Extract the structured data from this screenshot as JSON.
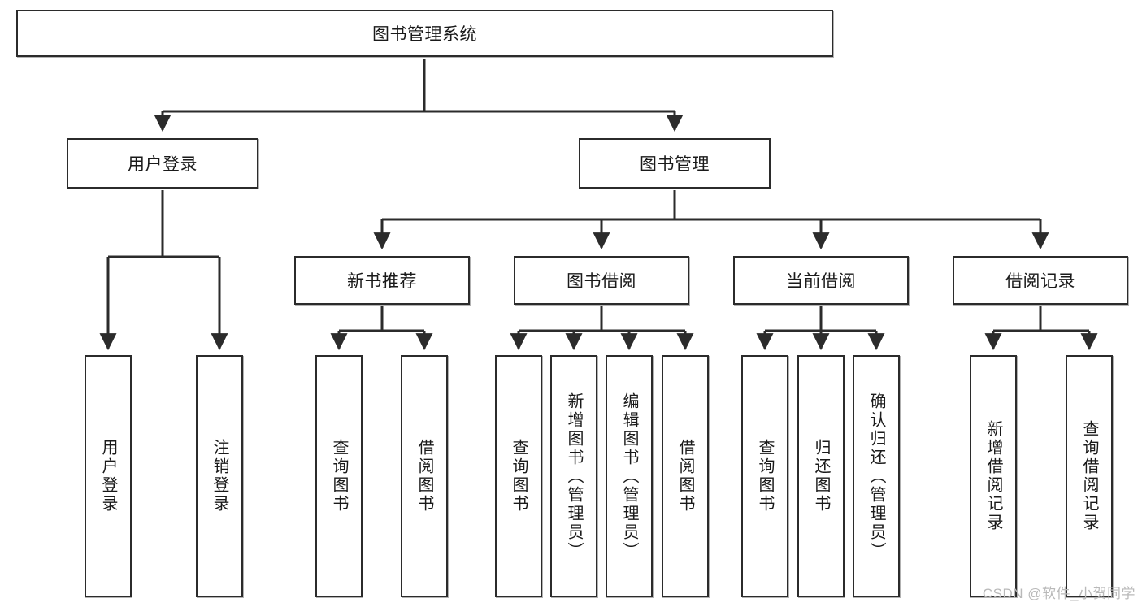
{
  "diagram": {
    "title": "图书管理系统",
    "type": "tree-hierarchy-diagram",
    "theme": {
      "background": "#ffffff",
      "node_fill": "#ffffff",
      "node_stroke": "#2b2b2b",
      "edge_color": "#2b2b2b",
      "text_color": "#1a1a1a",
      "watermark_color": "#b9b9b9"
    },
    "root": {
      "id": "root",
      "label": "图书管理系统",
      "orientation": "horizontal"
    },
    "level2": [
      {
        "id": "user-login",
        "label": "用户登录",
        "orientation": "horizontal"
      },
      {
        "id": "book-manage",
        "label": "图书管理",
        "orientation": "horizontal"
      }
    ],
    "level3": [
      {
        "id": "new-book-rec",
        "label": "新书推荐",
        "orientation": "horizontal",
        "parent": "book-manage"
      },
      {
        "id": "book-borrow",
        "label": "图书借阅",
        "orientation": "horizontal",
        "parent": "book-manage"
      },
      {
        "id": "current-borrow",
        "label": "当前借阅",
        "orientation": "horizontal",
        "parent": "book-manage"
      },
      {
        "id": "borrow-record",
        "label": "借阅记录",
        "orientation": "horizontal",
        "parent": "book-manage"
      }
    ],
    "leaves": [
      {
        "id": "leaf-user-login",
        "label": "用户登录",
        "parent": "user-login"
      },
      {
        "id": "leaf-logout",
        "label": "注销登录",
        "parent": "user-login"
      },
      {
        "id": "leaf-query-book-rec",
        "label": "查询图书",
        "parent": "new-book-rec"
      },
      {
        "id": "leaf-borrow-book-rec",
        "label": "借阅图书",
        "parent": "new-book-rec"
      },
      {
        "id": "leaf-query-book-borrow",
        "label": "查询图书",
        "parent": "book-borrow"
      },
      {
        "id": "leaf-add-book",
        "label": "新增图书（管理员）",
        "parent": "book-borrow"
      },
      {
        "id": "leaf-edit-book",
        "label": "编辑图书（管理员）",
        "parent": "book-borrow"
      },
      {
        "id": "leaf-borrow-book",
        "label": "借阅图书",
        "parent": "book-borrow"
      },
      {
        "id": "leaf-query-book-current",
        "label": "查询图书",
        "parent": "current-borrow"
      },
      {
        "id": "leaf-return-book",
        "label": "归还图书",
        "parent": "current-borrow"
      },
      {
        "id": "leaf-confirm-return",
        "label": "确认归还（管理员）",
        "parent": "current-borrow"
      },
      {
        "id": "leaf-add-record",
        "label": "新增借阅记录",
        "parent": "borrow-record"
      },
      {
        "id": "leaf-query-record",
        "label": "查询借阅记录",
        "parent": "borrow-record"
      }
    ],
    "watermark": "CSDN @软件_小贺同学"
  }
}
